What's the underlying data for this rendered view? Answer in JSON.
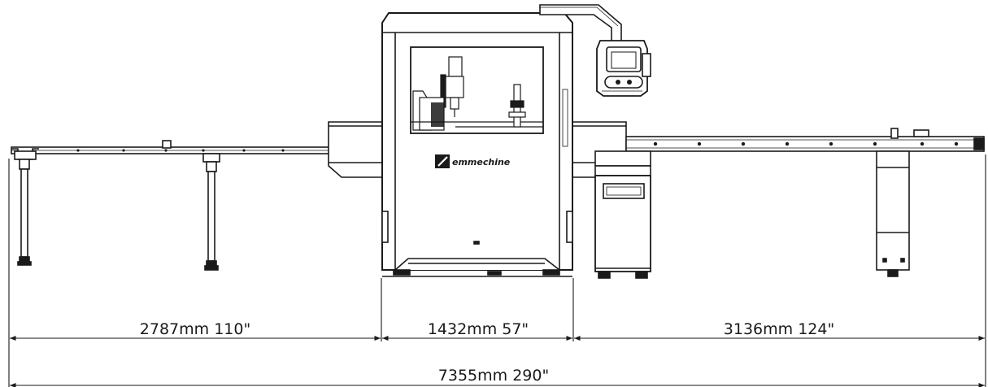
{
  "brand": "emmechine",
  "dimensions": {
    "left_infeed": "2787mm 110\"",
    "center_machine": "1432mm 57\"",
    "right_outfeed": "3136mm 124\"",
    "total": "7355mm 290\""
  }
}
